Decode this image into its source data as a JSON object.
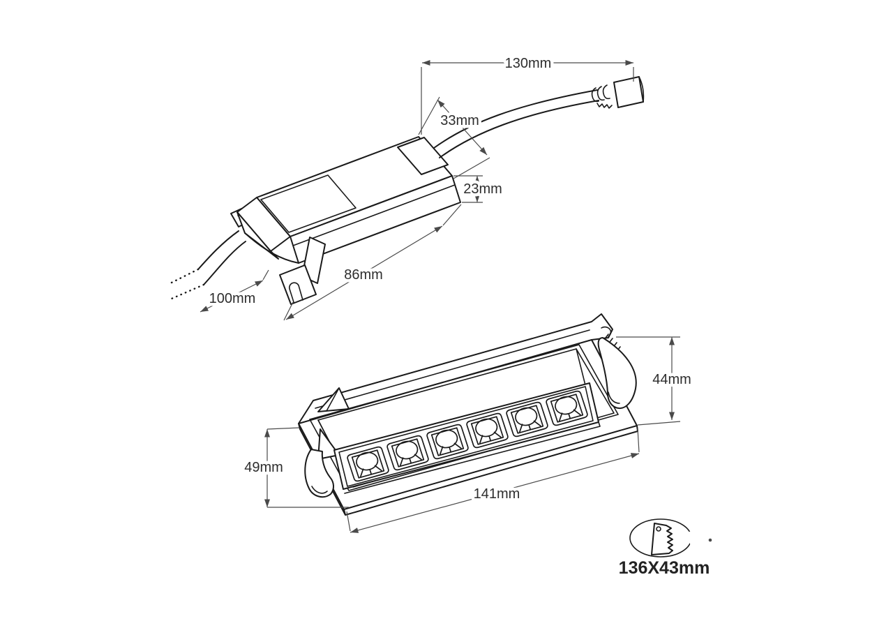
{
  "page": {
    "background": "#ffffff"
  },
  "drawing": {
    "line_color": "#1a1a1a",
    "dim_line_color": "#4a4a4a",
    "label_color": "#2d2d2d"
  },
  "driver": {
    "dim_cable_output": "130mm",
    "dim_width": "33mm",
    "dim_height": "23mm",
    "dim_length": "86mm",
    "dim_cable_input": "100mm"
  },
  "fixture": {
    "led_cell_count": 6,
    "dim_height_right": "44mm",
    "dim_height_left": "49mm",
    "dim_length": "141mm"
  },
  "cutout": {
    "dim_size": "136X43mm"
  }
}
